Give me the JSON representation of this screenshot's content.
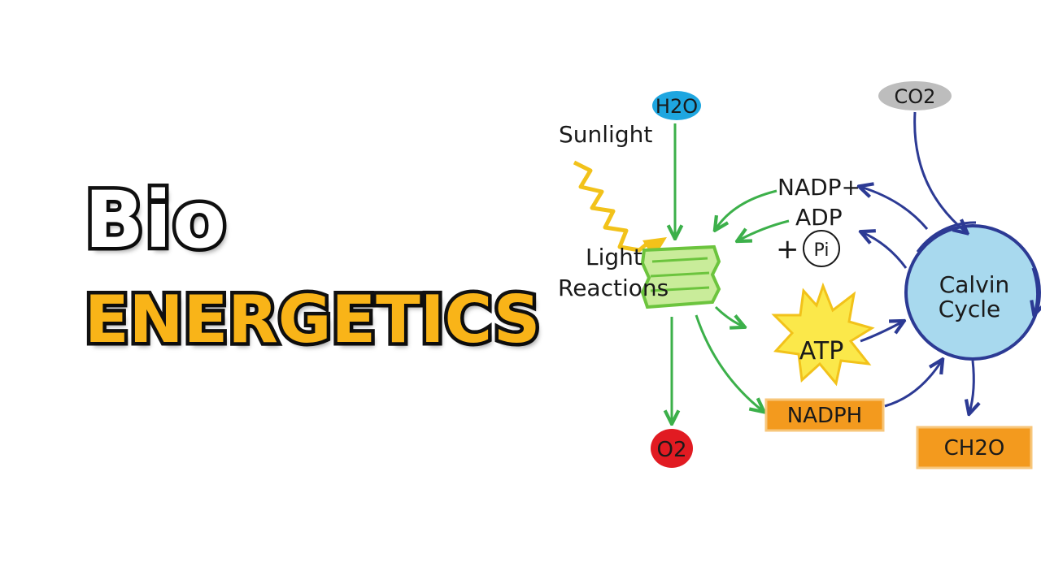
{
  "title": {
    "line1": "Bio",
    "line2": "ENERGETICS"
  },
  "diagram": {
    "labels": {
      "h2o": "H2O",
      "co2": "CO2",
      "sunlight": "Sunlight",
      "light_reactions_1": "Light",
      "light_reactions_2": "Reactions",
      "nadp": "NADP+",
      "adp": "ADP",
      "plus": "+",
      "pi": "Pi",
      "atp": "ATP",
      "nadph": "NADPH",
      "o2": "O2",
      "calvin_1": "Calvin",
      "calvin_2": "Cycle",
      "ch2o": "CH2O"
    },
    "colors": {
      "green_arrow": "#3cb04a",
      "blue_arrow": "#2c3a94",
      "h2o_fill": "#1ea6e0",
      "co2_fill": "#bdbdbd",
      "o2_fill": "#e11b22",
      "calvin_fill": "#a8d9ee",
      "orange_box": "#f39a1e",
      "atp_star": "#fbe84a",
      "sun_ray": "#f2c21a",
      "thylakoid": "#8fd24a"
    }
  }
}
